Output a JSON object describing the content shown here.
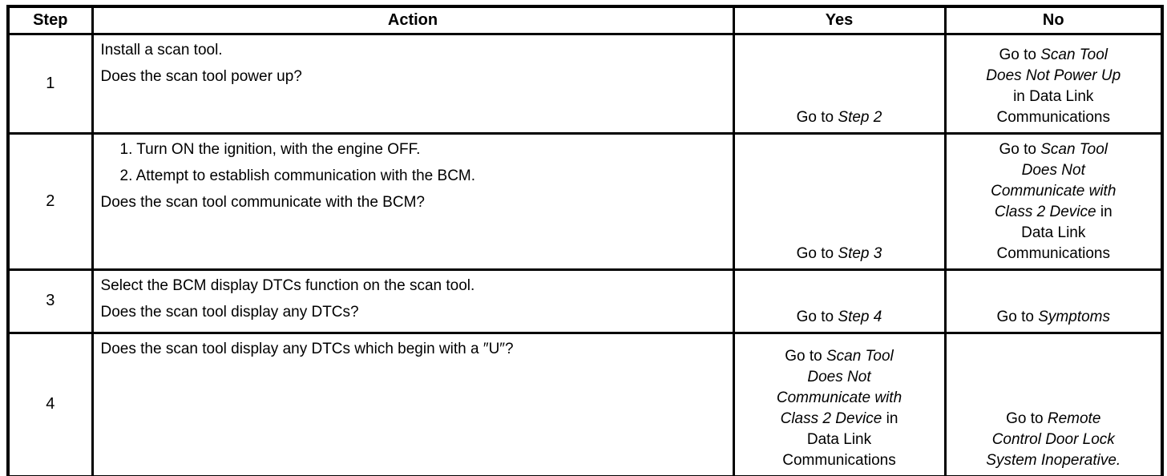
{
  "table": {
    "headers": {
      "step": "Step",
      "action": "Action",
      "yes": "Yes",
      "no": "No"
    },
    "rows": [
      {
        "step": "1",
        "action": [
          [
            {
              "t": "Install a scan tool."
            }
          ],
          [
            {
              "t": "Does the scan tool power up?"
            }
          ]
        ],
        "yes": [
          {
            "t": "Go to "
          },
          {
            "t": "Step 2",
            "i": true
          }
        ],
        "no": [
          {
            "t": "Go to "
          },
          {
            "t": "Scan Tool",
            "i": true
          },
          {
            "br": true
          },
          {
            "t": "Does Not Power Up",
            "i": true
          },
          {
            "br": true
          },
          {
            "t": "in Data Link"
          },
          {
            "br": true
          },
          {
            "t": "Communications"
          }
        ]
      },
      {
        "step": "2",
        "action": [
          [
            {
              "t": "1. Turn ON the ignition, with the engine OFF."
            }
          ],
          [
            {
              "t": "2. Attempt to establish communication with the BCM."
            }
          ],
          [
            {
              "t": "Does the scan tool communicate with the BCM?"
            }
          ]
        ],
        "yes": [
          {
            "t": "Go to "
          },
          {
            "t": "Step 3",
            "i": true
          }
        ],
        "no": [
          {
            "t": "Go to "
          },
          {
            "t": "Scan Tool",
            "i": true
          },
          {
            "br": true
          },
          {
            "t": "Does Not",
            "i": true
          },
          {
            "br": true
          },
          {
            "t": "Communicate with",
            "i": true
          },
          {
            "br": true
          },
          {
            "t": "Class 2 Device",
            "i": true
          },
          {
            "t": " in"
          },
          {
            "br": true
          },
          {
            "t": "Data Link"
          },
          {
            "br": true
          },
          {
            "t": "Communications"
          }
        ]
      },
      {
        "step": "3",
        "action": [
          [
            {
              "t": "Select the BCM display DTCs function on the scan tool."
            }
          ],
          [
            {
              "t": "Does the scan tool display any DTCs?"
            }
          ]
        ],
        "yes": [
          {
            "t": "Go to "
          },
          {
            "t": "Step 4",
            "i": true
          }
        ],
        "no": [
          {
            "t": "Go to "
          },
          {
            "t": "Symptoms",
            "i": true
          }
        ]
      },
      {
        "step": "4",
        "action": [
          [
            {
              "t": "Does the scan tool display any DTCs which begin with a ″U″?"
            }
          ]
        ],
        "yes": [
          {
            "t": "Go to "
          },
          {
            "t": "Scan Tool",
            "i": true
          },
          {
            "br": true
          },
          {
            "t": "Does Not",
            "i": true
          },
          {
            "br": true
          },
          {
            "t": "Communicate with",
            "i": true
          },
          {
            "br": true
          },
          {
            "t": "Class 2 Device",
            "i": true
          },
          {
            "t": " in"
          },
          {
            "br": true
          },
          {
            "t": "Data Link"
          },
          {
            "br": true
          },
          {
            "t": "Communications"
          }
        ],
        "no": [
          {
            "t": "Go to "
          },
          {
            "t": "Remote",
            "i": true
          },
          {
            "br": true
          },
          {
            "t": "Control Door Lock",
            "i": true
          },
          {
            "br": true
          },
          {
            "t": "System Inoperative.",
            "i": true
          }
        ]
      }
    ]
  }
}
